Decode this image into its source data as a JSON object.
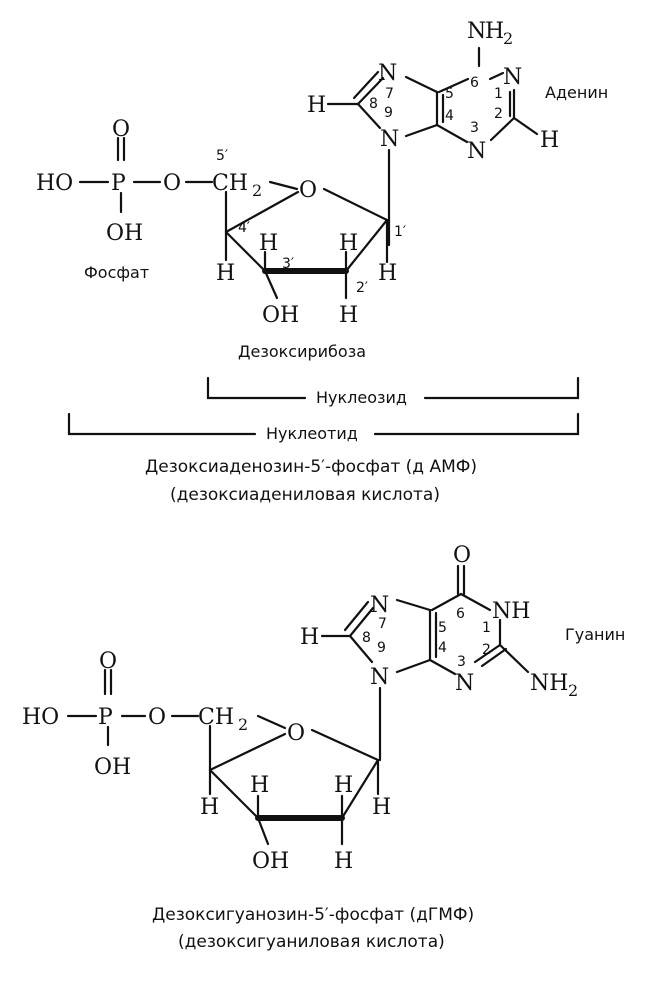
{
  "amp": {
    "adenine": {
      "nh2_n": "N",
      "nh2_h": "H",
      "nh2_sub": "2",
      "n7": "N",
      "n1": "N",
      "n9": "N",
      "n3": "N",
      "h8": "H",
      "h2": "H",
      "name": "Аденин",
      "pos7": "7",
      "pos8": "8",
      "pos9": "9",
      "pos5": "5",
      "pos4": "4",
      "pos6": "6",
      "pos1": "1",
      "pos2": "2",
      "pos3": "3"
    },
    "phosphate": {
      "o_top": "O",
      "p": "P",
      "ho": "HO",
      "o_link": "O",
      "oh": "OH",
      "c5": "CH",
      "c5_sub": "2",
      "name": "Фосфат"
    },
    "sugar": {
      "ring_o": "O",
      "h4": "H",
      "h3": "H",
      "h2top": "H",
      "h1": "H",
      "oh3": "OH",
      "h2bot": "H",
      "pos5p": "5′",
      "pos4p": "4′",
      "pos3p": "3′",
      "pos2p": "2′",
      "pos1p": "1′",
      "name": "Дезоксирибоза"
    },
    "bracket_nucleoside": "Нуклеозид",
    "bracket_nucleotide": "Нуклеотид",
    "caption_line1": "Дезоксиаденозин-5′-фосфат (д АМФ)",
    "caption_line2": "(дезоксиадениловая кислота)"
  },
  "gmp": {
    "guanine": {
      "o6": "O",
      "n1h": "NH",
      "n7": "N",
      "n9": "N",
      "n3": "N",
      "nh2": "NH",
      "nh2_sub": "2",
      "h8": "H",
      "name": "Гуанин",
      "pos7": "7",
      "pos8": "8",
      "pos9": "9",
      "pos5": "5",
      "pos4": "4",
      "pos6": "6",
      "pos1": "1",
      "pos2": "2",
      "pos3": "3"
    },
    "phosphate": {
      "o_top": "O",
      "p": "P",
      "ho": "HO",
      "o_link": "O",
      "oh": "OH",
      "c5": "CH",
      "c5_sub": "2"
    },
    "sugar": {
      "ring_o": "O",
      "h4": "H",
      "h3": "H",
      "h2top": "H",
      "h1": "H",
      "oh3": "OH",
      "h2bot": "H"
    },
    "caption_line1": "Дезоксигуанозин-5′-фосфат (дГМФ)",
    "caption_line2": "(дезоксигуаниловая кислота)"
  }
}
